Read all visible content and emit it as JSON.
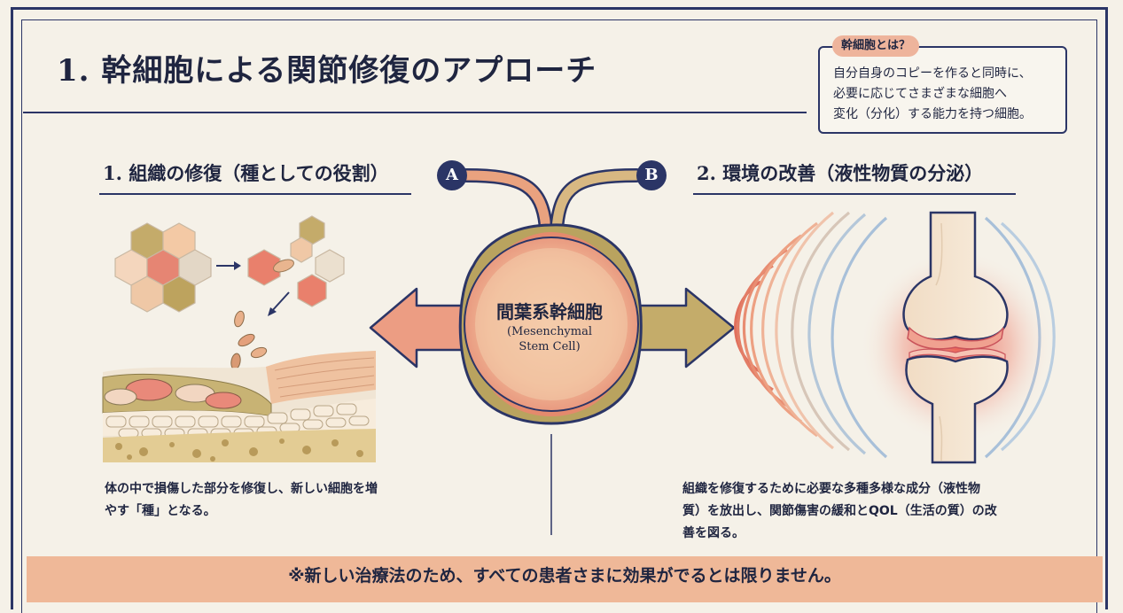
{
  "title": "1. 幹細胞による関節修復のアプローチ",
  "definition": {
    "tag": "幹細胞とは？",
    "lines": [
      "自分自身のコピーを作ると同時に、",
      "必要に応じてさまざまな細胞へ",
      "変化（分化）する能力を持つ細胞。"
    ]
  },
  "left_section": {
    "heading": "1. 組織の修復（種としての役割）",
    "desc_lines": [
      "体の中で損傷した部分を修復し、新しい細胞を増",
      "やす「種」となる。"
    ]
  },
  "right_section": {
    "heading": "2. 環境の改善（液性物質の分泌）",
    "desc_lines": [
      "組織を修復するために必要な多種多様な成分（液性物",
      "質）を放出し、関節傷害の緩和とQOL（生活の質）の改",
      "善を図る。"
    ]
  },
  "center": {
    "name_ja": "間葉系幹細胞",
    "name_en_line1": "(Mesenchymal",
    "name_en_line2": "Stem Cell)",
    "badge_a": "A",
    "badge_b": "B"
  },
  "footer_note": "※新しい治療法のため、すべての患者さまに効果がでるとは限りません。",
  "colors": {
    "navy": "#2b3566",
    "background": "#f5f1e8",
    "salmon": "#e98c74",
    "peach": "#efb898",
    "olive": "#b39a55",
    "cream": "#f3ddc4"
  }
}
